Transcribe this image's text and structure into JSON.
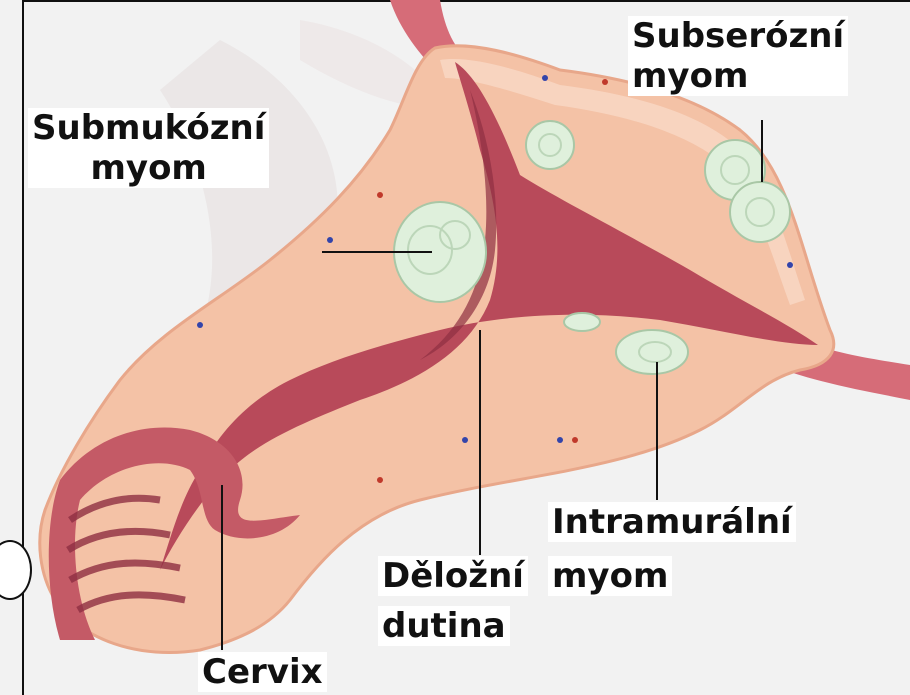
{
  "labels": {
    "submucosal": [
      "Submukózní",
      "myom"
    ],
    "subserosal": [
      "Subserózní",
      "myom"
    ],
    "intramural": [
      "Intramurální",
      "myom"
    ],
    "cavity": [
      "Děložní",
      "dutina"
    ],
    "cervix": "Cervix"
  },
  "colors": {
    "myometrium": "#f4c2a6",
    "myometrium_edge": "#e8a78a",
    "cavity": "#b84a5a",
    "cavity_dark": "#8f2f42",
    "fibroid": "#dff0dc",
    "fibroid_edge": "#a9c7a6",
    "tube": "#d66c78",
    "background": "#f2f2f2"
  }
}
